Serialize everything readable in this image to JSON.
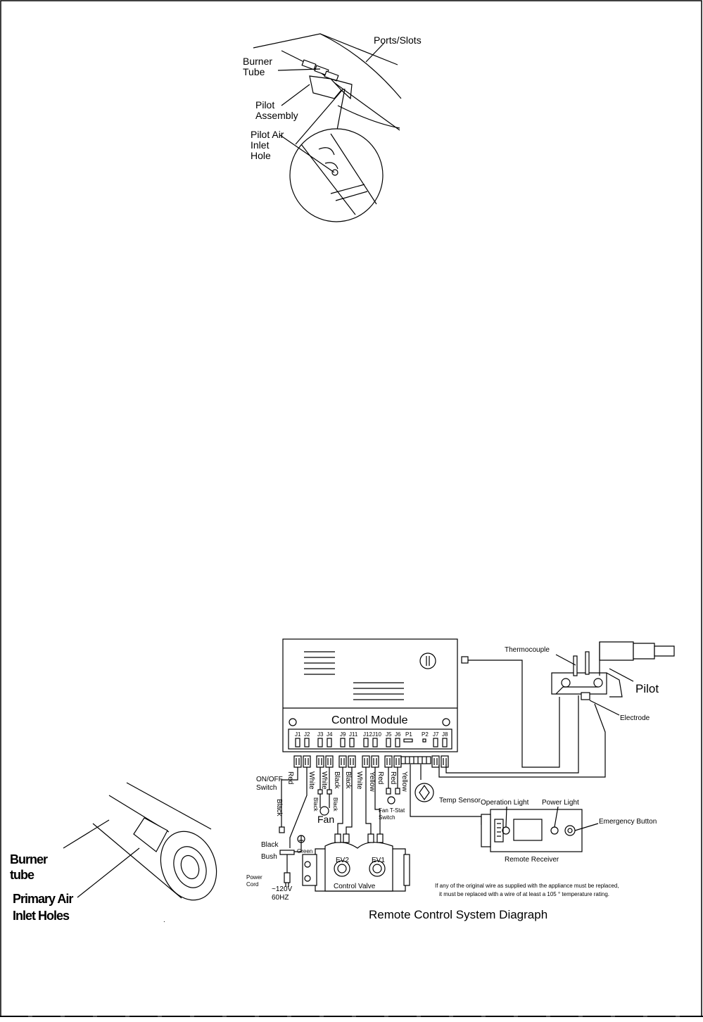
{
  "pilot_figure": {
    "labels": {
      "ports_slots": "Ports/Slots",
      "burner_tube": [
        "Burner",
        "Tube"
      ],
      "pilot_assembly": [
        "Pilot",
        "Assembly"
      ],
      "pilot_air_inlet": [
        "Pilot Air",
        "Inlet",
        "Hole"
      ]
    }
  },
  "burner_figure": {
    "labels": {
      "burner_tube": [
        "Burner",
        "tube"
      ],
      "primary_air": [
        "Primary Air",
        "Inlet Holes"
      ]
    }
  },
  "wiring": {
    "title": "Remote Control System Diagraph",
    "control_module": "Control Module",
    "terminals": [
      "J1",
      "J2",
      "J3",
      "J4",
      "J9",
      "J11",
      "J12",
      "J10",
      "J5",
      "J6",
      "P1",
      "P2",
      "J7",
      "J8"
    ],
    "wire_colors": [
      "Red",
      "White",
      "White",
      "Black",
      "Black",
      "White",
      "Yellow",
      "Red",
      "Red",
      "Yellow"
    ],
    "labels": {
      "on_off_switch": [
        "ON/OFF",
        "Switch"
      ],
      "black_vertical": "Black",
      "black": "Black",
      "bush": "Bush",
      "green": "Green",
      "power_cord": [
        "Power",
        "Cord"
      ],
      "voltage": [
        "~120V",
        "60HZ"
      ],
      "fan": "Fan",
      "fan_black_left": "Black",
      "fan_black_right": "Black",
      "fan_tstat": [
        "Fan T-Stat",
        "Switch"
      ],
      "temp_sensor": "Temp Sensor",
      "thermocouple": "Thermocouple",
      "pilot": "Pilot",
      "electrode": "Electrode",
      "operation_light": "Operation Light",
      "power_light": "Power Light",
      "emergency_button": "Emergency Button",
      "remote_receiver": "Remote Receiver",
      "ev2": "EV2",
      "ev1": "EV1",
      "control_valve": "Control Valve"
    },
    "note": [
      "If any of the original wire as supplied with the appliance must be replaced,",
      "it must be replaced with a wire of at least a 105 ° temperature rating."
    ]
  },
  "footer_mark": "."
}
